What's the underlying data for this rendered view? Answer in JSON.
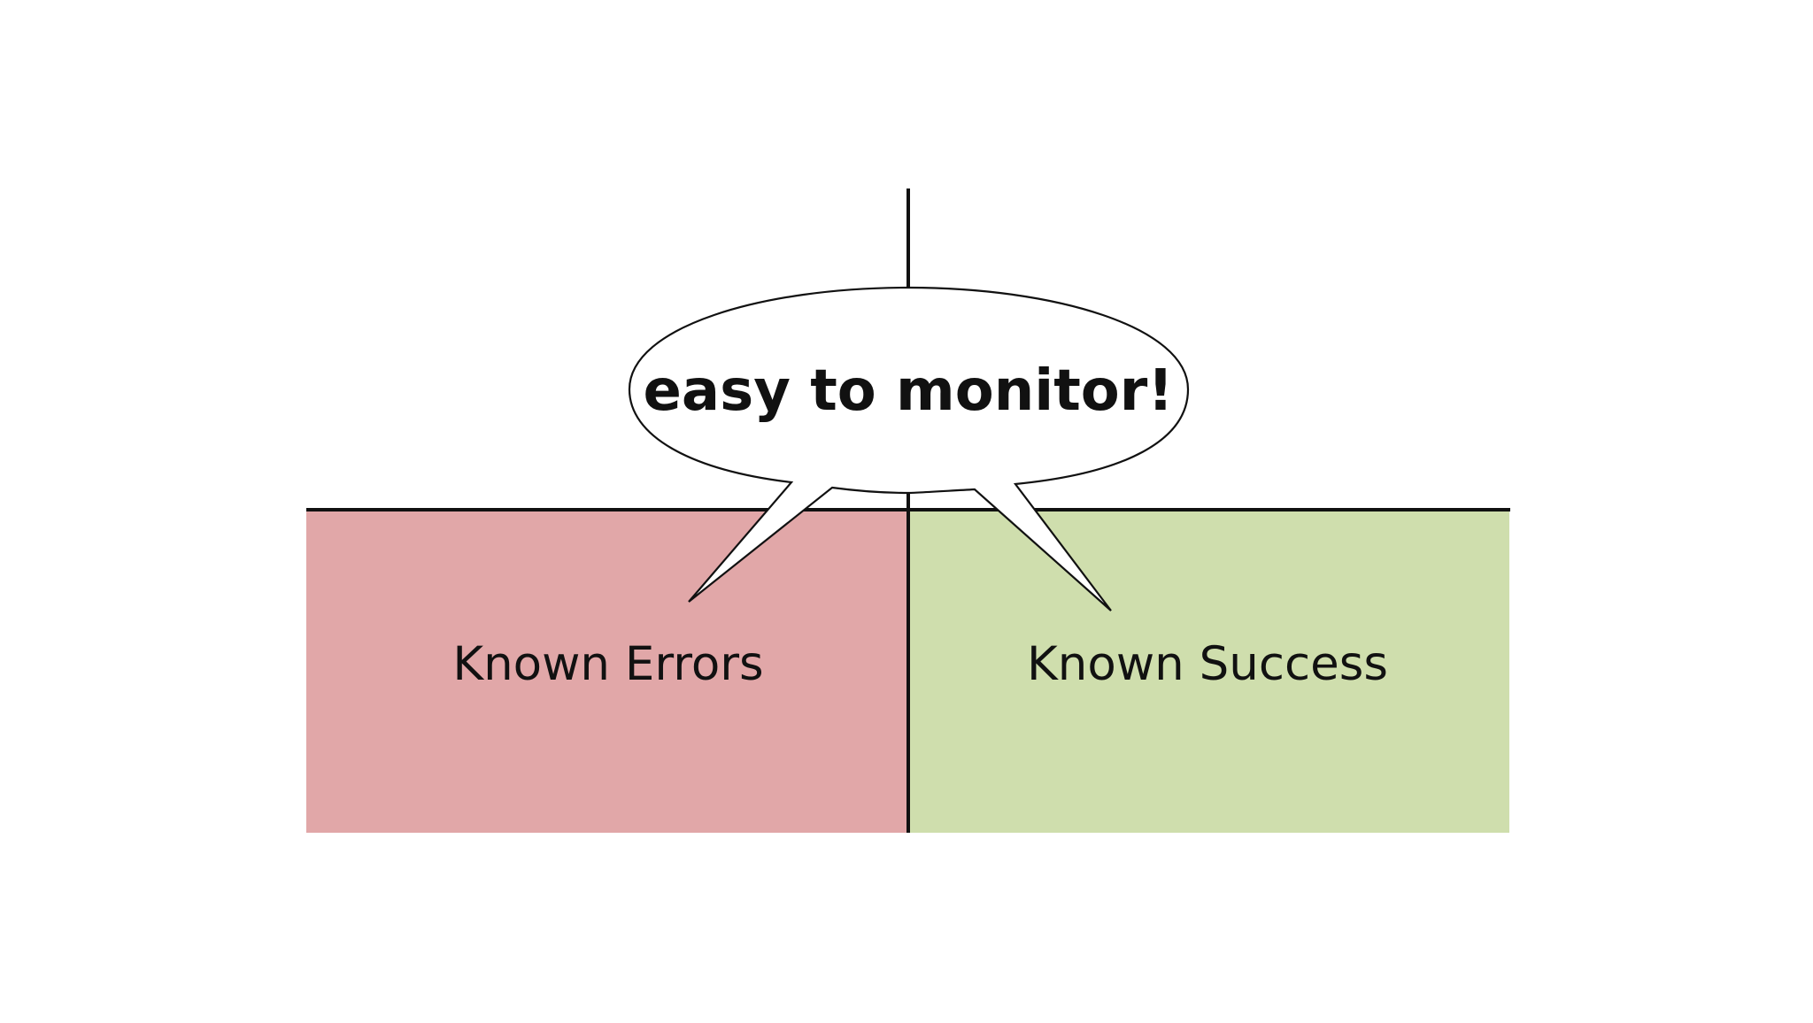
{
  "diagram": {
    "quadrants": [
      {
        "id": "known-errors",
        "label": "Known Errors",
        "color": "#e1a7a8"
      },
      {
        "id": "known-success",
        "label": "Known Success",
        "color": "#cfdead"
      }
    ],
    "callout": {
      "text": "easy to monitor!",
      "fill": "#ffffff",
      "stroke": "#111111"
    },
    "axis_color": "#111111",
    "background": "#ffffff"
  }
}
